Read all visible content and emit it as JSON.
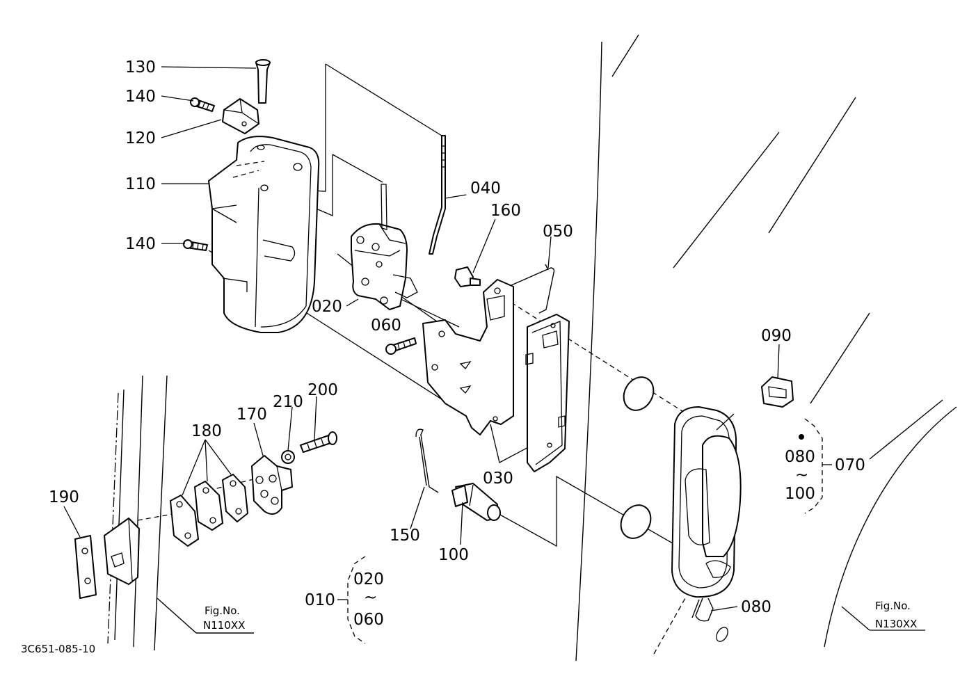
{
  "diagram_id": "3C651-085-10",
  "part_labels": {
    "p010": "010",
    "p020a": "020",
    "p020b": "020",
    "p030": "030",
    "p040": "040",
    "p050": "050",
    "p060a": "060",
    "p060b": "060",
    "p070": "070",
    "p080a": "080",
    "p080b": "080",
    "p090": "090",
    "p100a": "100",
    "p100b": "100",
    "p110": "110",
    "p120": "120",
    "p130": "130",
    "p140a": "140",
    "p140b": "140",
    "p150": "150",
    "p160": "160",
    "p170": "170",
    "p180": "180",
    "p190": "190",
    "p200": "200",
    "p210": "210"
  },
  "range_mark": "~",
  "fig_refs": {
    "left_title": "Fig.No.",
    "left_num": "N110XX",
    "right_title": "Fig.No.",
    "right_num": "N130XX"
  }
}
